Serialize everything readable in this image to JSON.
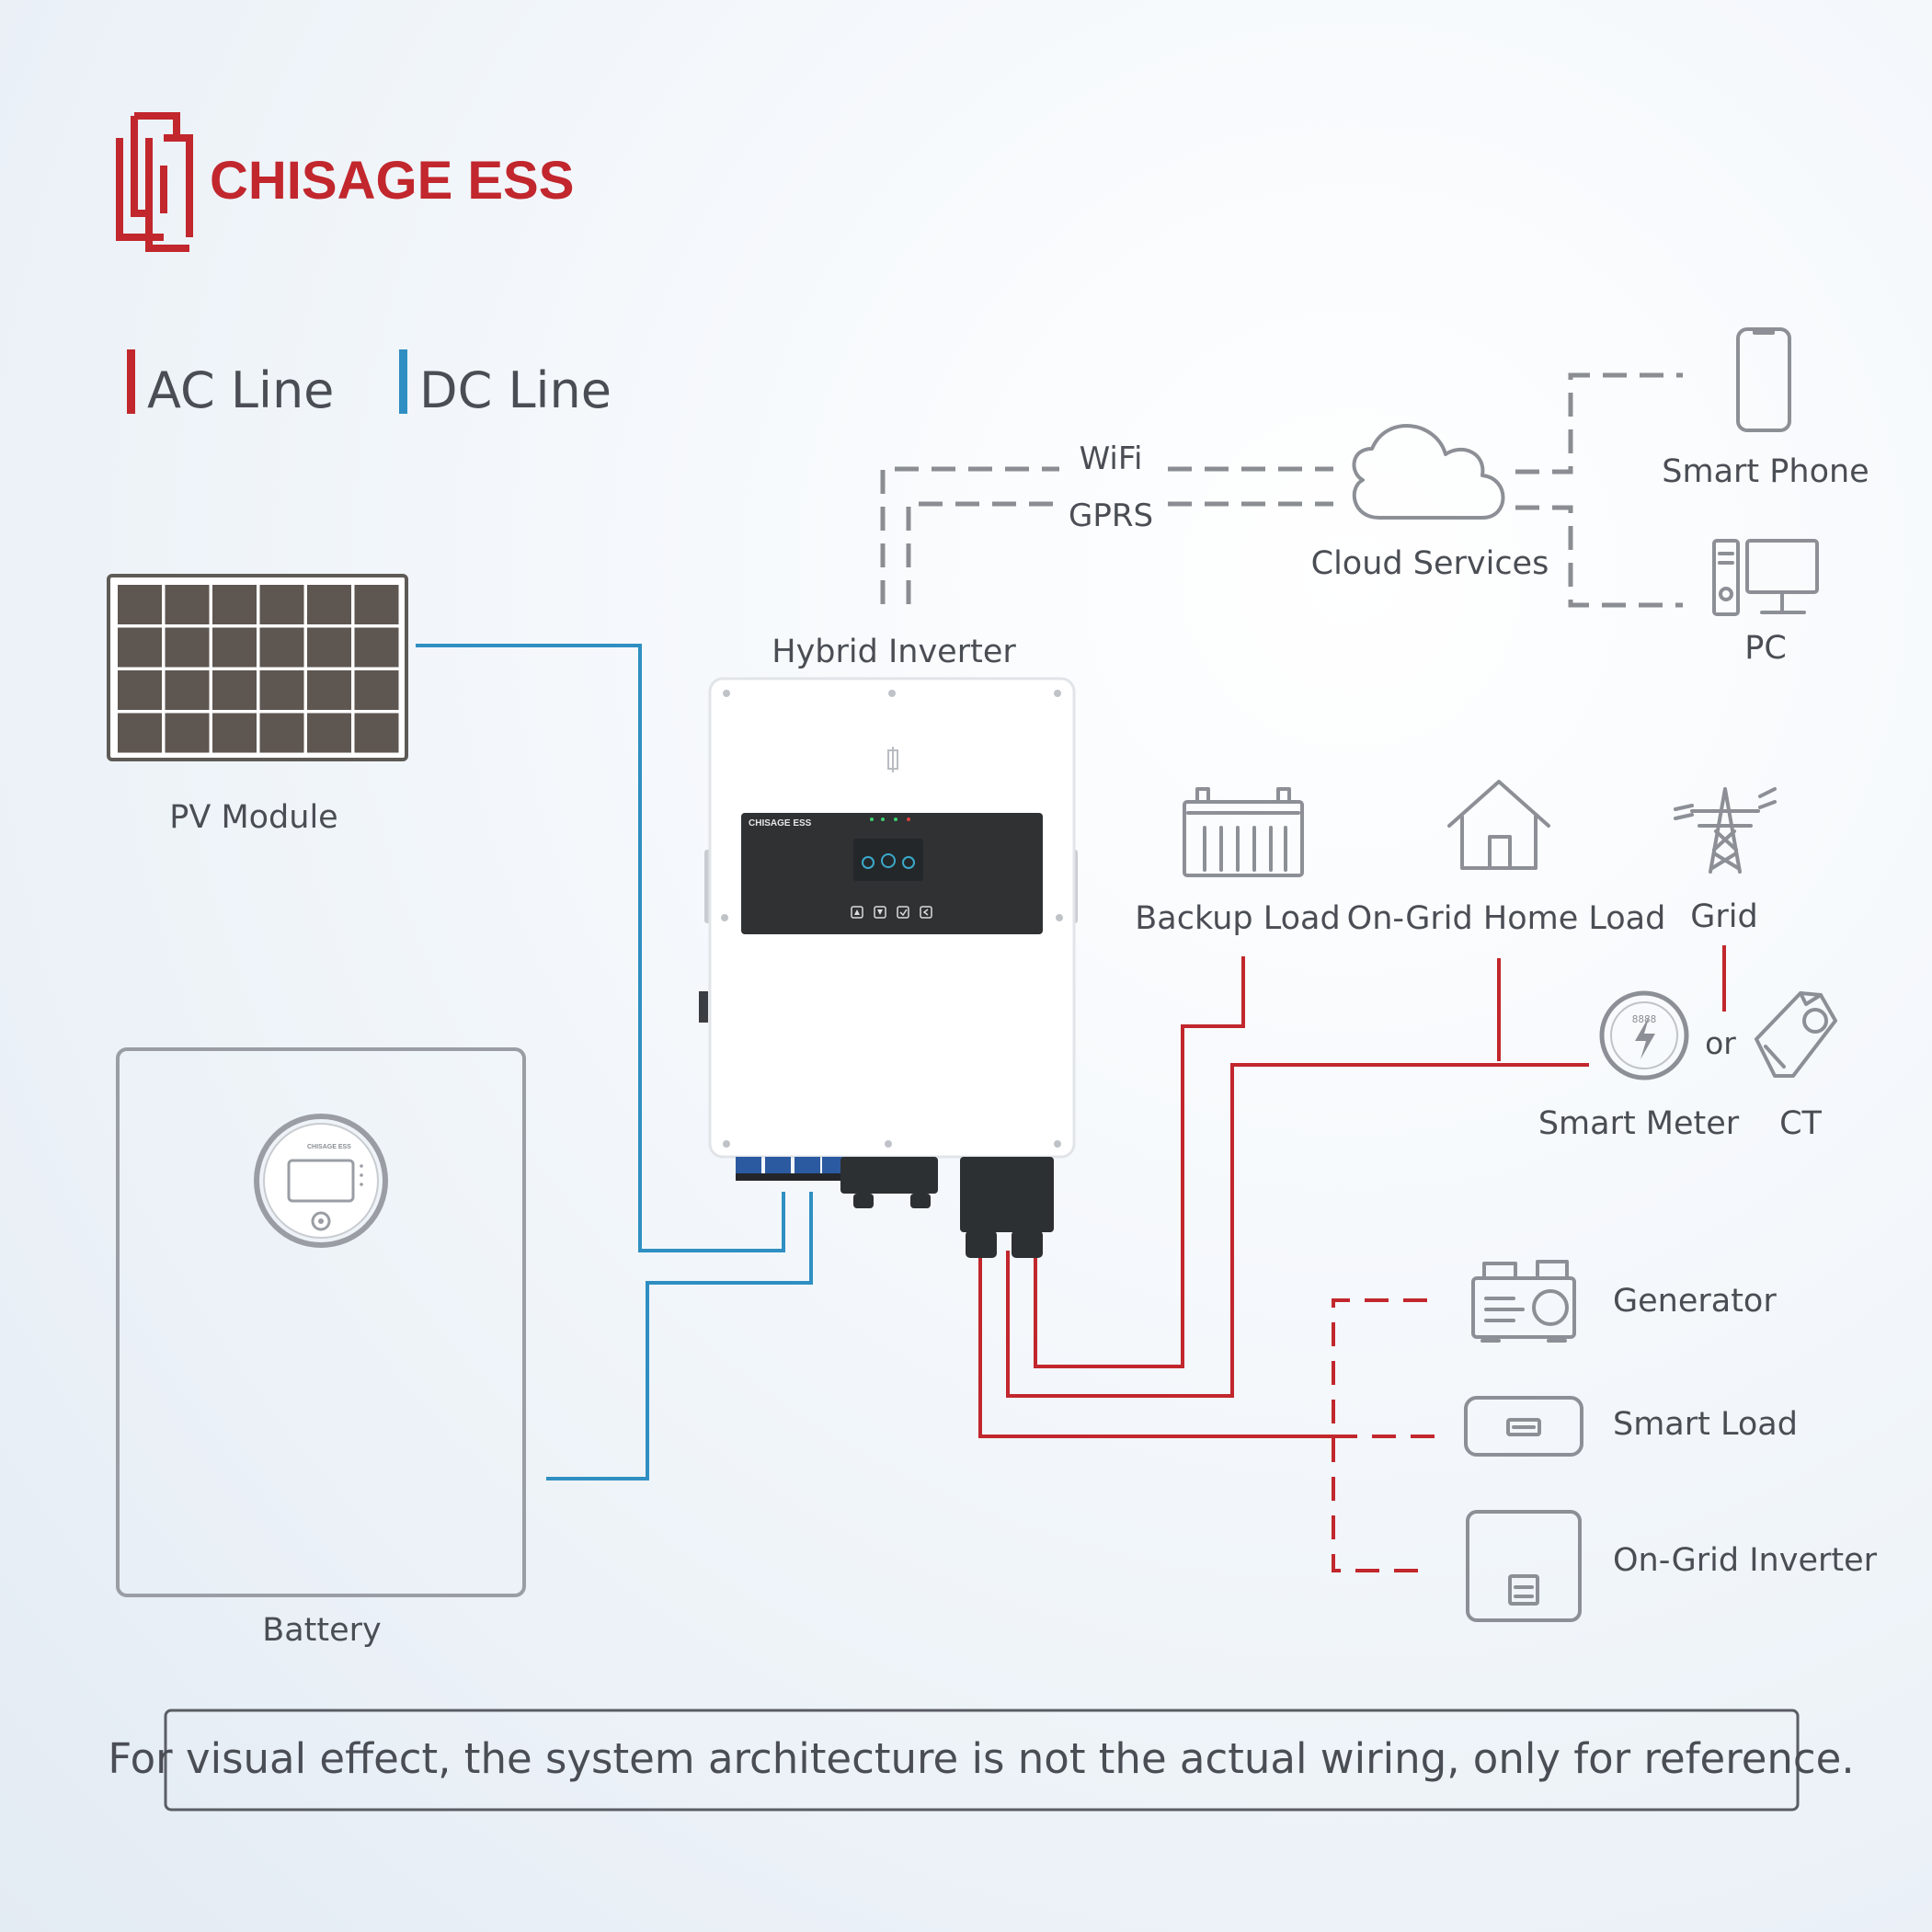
{
  "brand": {
    "name": "CHISAGE ESS",
    "color": "#c1272d"
  },
  "legend": {
    "ac": {
      "label": "AC Line",
      "color": "#c1272d"
    },
    "dc": {
      "label": "DC Line",
      "color": "#2f8fc2"
    }
  },
  "comms": {
    "wifi": "WiFi",
    "gprs": "GPRS",
    "cloud": "Cloud Services",
    "phone": "Smart Phone",
    "pc": "PC"
  },
  "components": {
    "pv": "PV Module",
    "inverter": "Hybrid Inverter",
    "inverter_panel_brand": "CHISAGE ESS",
    "battery": "Battery",
    "battery_brand": "CHISAGE ESS",
    "backup_load": "Backup Load",
    "home_load": "On-Grid Home Load",
    "grid": "Grid",
    "smart_meter": "Smart Meter",
    "or": "or",
    "ct": "CT",
    "meter_digits": "8888",
    "generator": "Generator",
    "smart_load": "Smart Load",
    "ongrid_inverter": "On-Grid Inverter"
  },
  "footer": {
    "note": "For visual effect, the system architecture is not the actual wiring, only for reference."
  },
  "colors": {
    "ac": "#c1272d",
    "dc": "#2f8fc2",
    "comm": "#8a8d92",
    "icon": "#8c9096",
    "text": "#4a4e54"
  }
}
